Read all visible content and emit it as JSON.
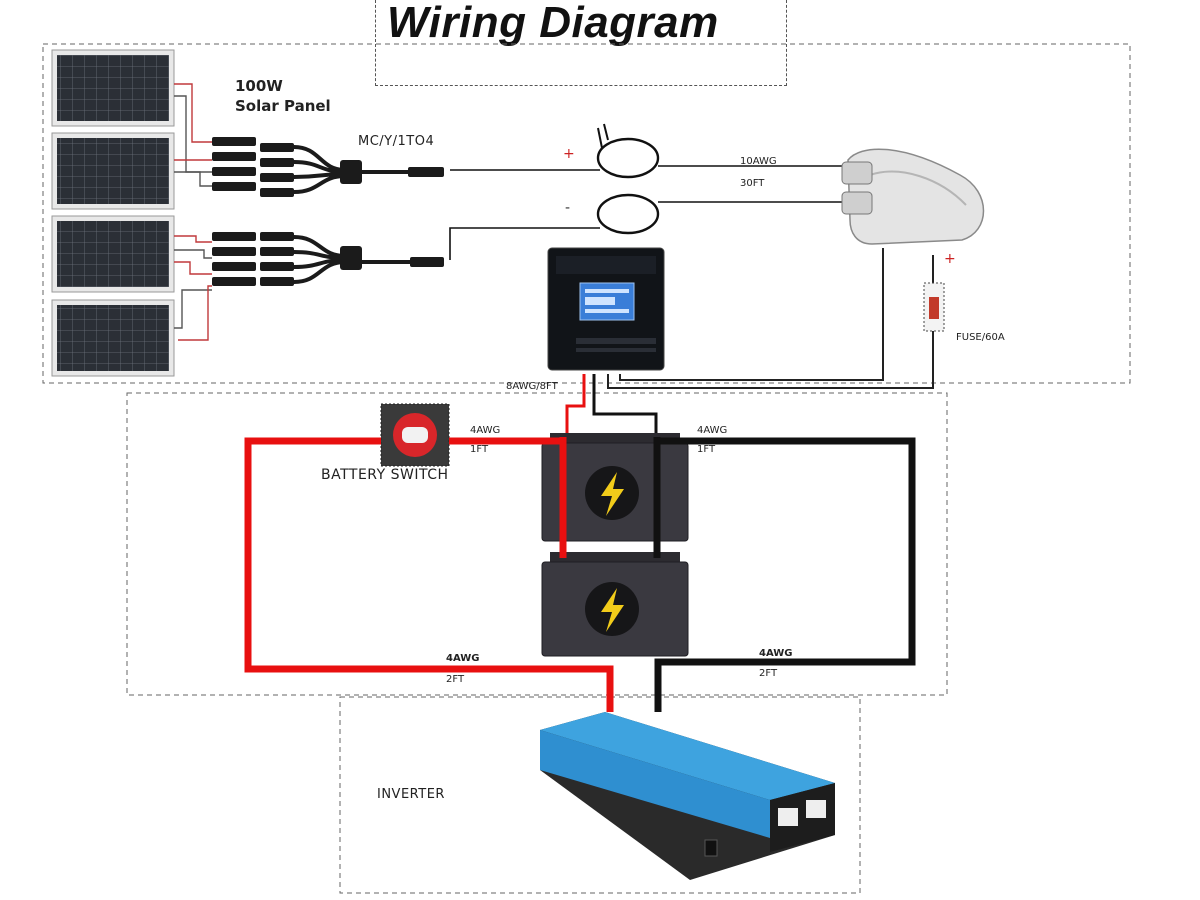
{
  "title": "Wiring Diagram",
  "labels": {
    "solar_panel_watt": "100W",
    "solar_panel_name": "Solar Panel",
    "branch_connector": "MC/Y/1TO4",
    "positive_symbol": "+",
    "negative_symbol": "-",
    "cable_gauge_main": "10AWG",
    "cable_length_main": "30FT",
    "fuse_positive_symbol": "+",
    "fuse": "FUSE/60A",
    "controller_cable": "8AWG/8FT",
    "battery_switch": "BATTERY SWITCH",
    "switch_cable_gauge": "4AWG",
    "switch_cable_length": "1FT",
    "battery_neg_cable_gauge": "4AWG",
    "battery_neg_cable_length": "1FT",
    "inverter_pos_cable_gauge": "4AWG",
    "inverter_pos_cable_length": "2FT",
    "inverter_neg_cable_gauge": "4AWG",
    "inverter_neg_cable_length": "2FT",
    "inverter": "INVERTER"
  },
  "colors": {
    "positive_wire": "#e81010",
    "negative_wire": "#111111",
    "solar_cell": "#2b2f36",
    "inverter_blue": "#2f8fd0",
    "battery_body": "#3a3940",
    "bolt_yellow": "#f2cc1a"
  },
  "components": {
    "solar_panel_count": 4,
    "battery_count": 2
  }
}
